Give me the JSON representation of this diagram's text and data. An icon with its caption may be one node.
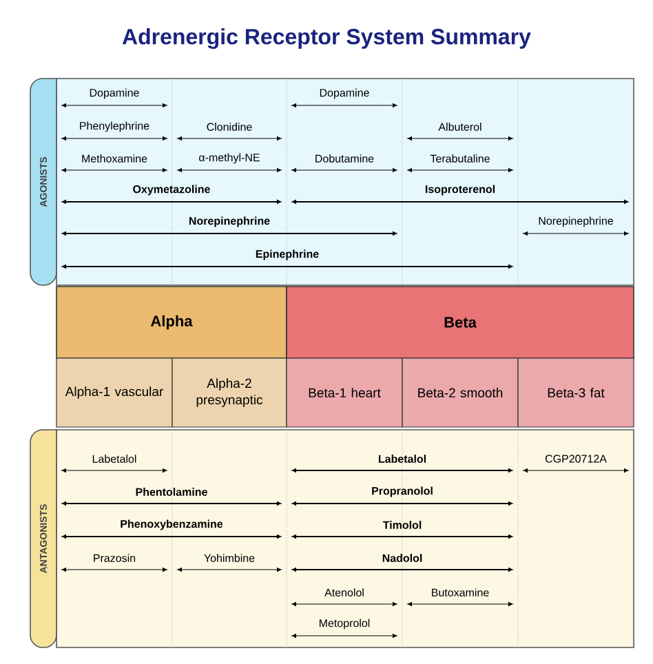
{
  "diagram": {
    "title": "Adrenergic Receptor System Summary",
    "nodes": [
      {
        "text": [
          "AGONISTS"
        ]
      },
      {
        "text": [
          "Alpha"
        ]
      },
      {
        "text": [
          "Beta"
        ]
      },
      {
        "text": [
          "Alpha-1 vascular"
        ]
      },
      {
        "text": [
          "Alpha-2 presynaptic"
        ]
      },
      {
        "text": [
          "Beta-1 heart"
        ]
      },
      {
        "text": [
          "Beta-2 smooth"
        ]
      },
      {
        "text": [
          "Beta-3 fat"
        ]
      },
      {
        "text": [
          "ANTAGONISTS"
        ]
      }
    ],
    "labels": [
      "Dopamine",
      "Dopamine",
      "Phenylephrine",
      "Clonidine",
      "Albuterol",
      "Methoxamine",
      "α-methyl-NE",
      "Dobutamine",
      "Terabutaline",
      "Oxymetazoline",
      "Isoproterenol",
      "Norepinephrine",
      "Norepinephrine",
      "Epinephrine",
      "Labetalol",
      "Labetalol",
      "CGP20712A",
      "Phentolamine",
      "Propranolol",
      "Phenoxybenzamine",
      "Timolol",
      "Prazosin",
      "Yohimbine",
      "Nadolol",
      "Atenolol",
      "Butoxamine",
      "Metoprolol"
    ]
  }
}
